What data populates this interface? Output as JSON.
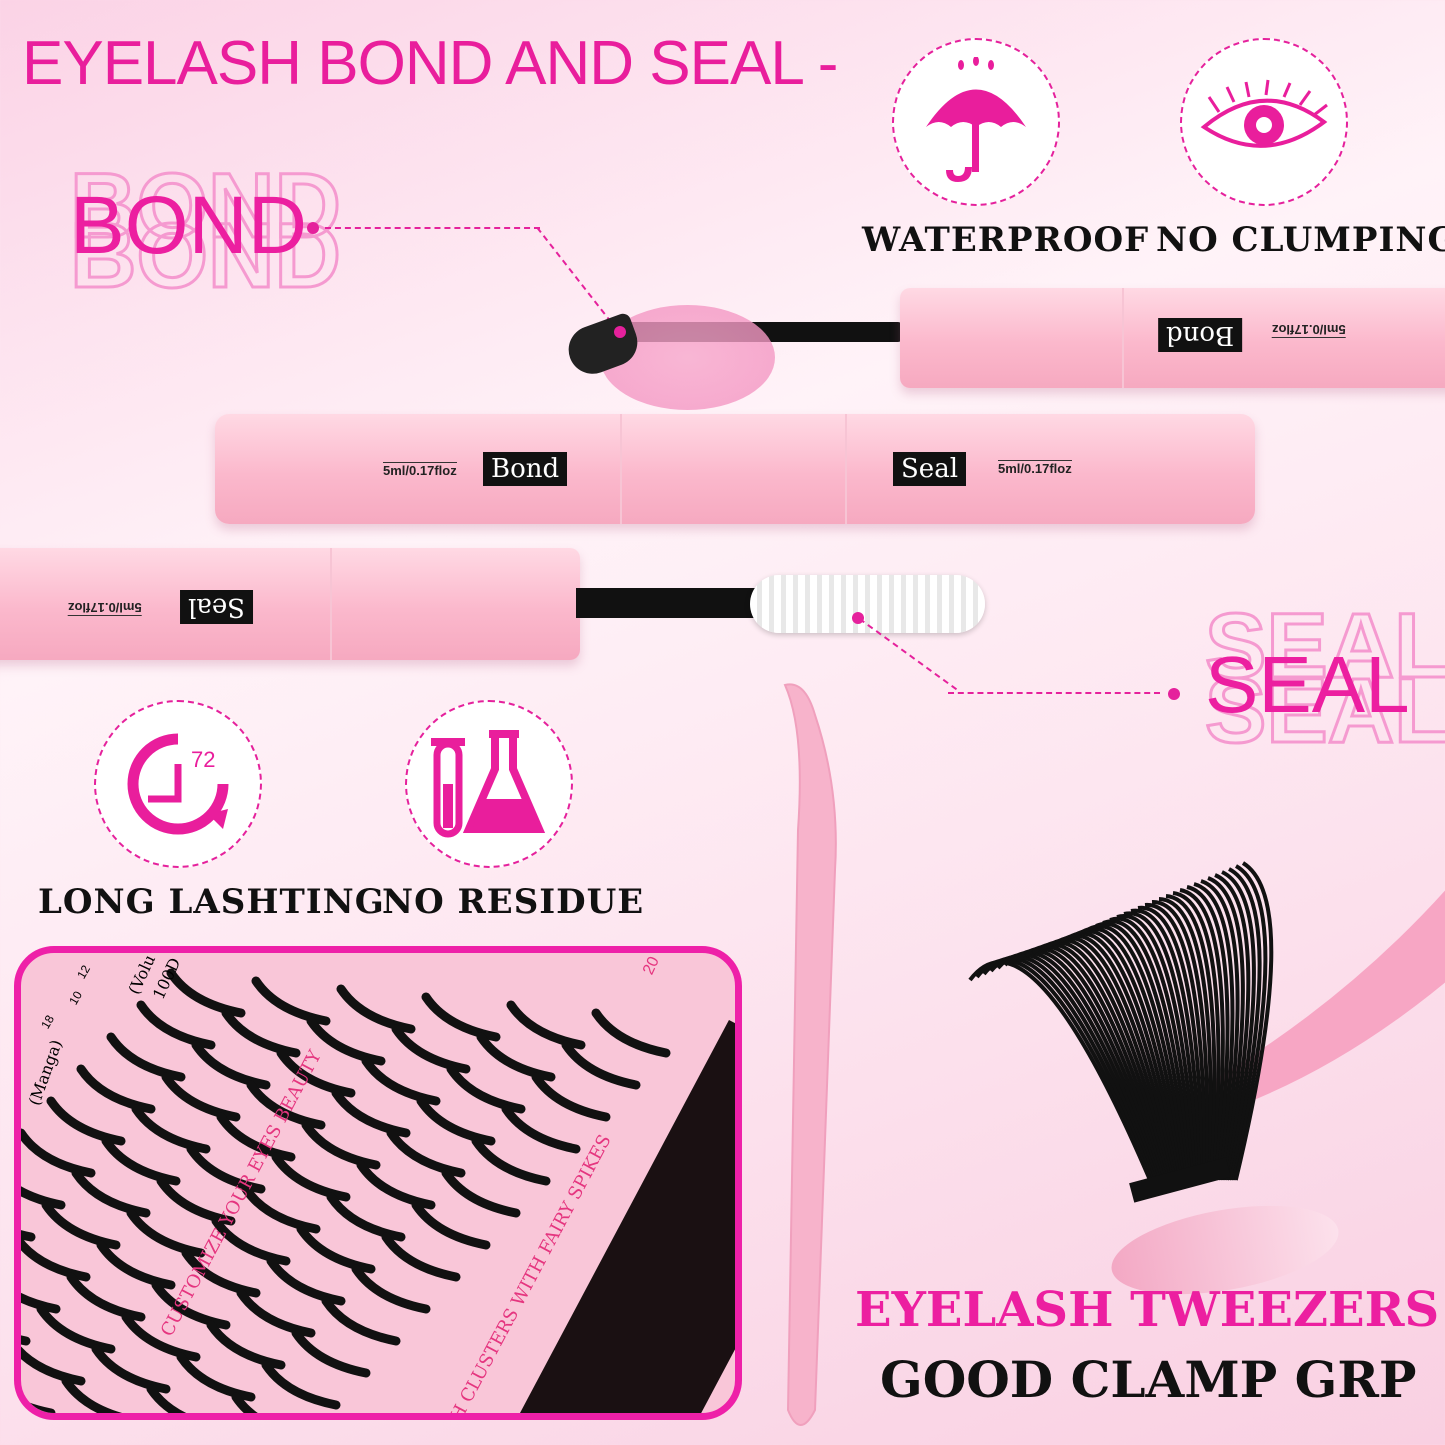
{
  "headline": "EYELASH BOND AND SEAL -",
  "bond_callout": {
    "label": "BOND"
  },
  "seal_callout": {
    "label": "SEAL"
  },
  "features": [
    {
      "label": "WATERPROOF",
      "icon": "umbrella-rain-icon"
    },
    {
      "label": "NO CLUMPING",
      "icon": "eye-lash-icon"
    },
    {
      "label": "LONG LASHTING",
      "icon": "clock-72-hours-icon",
      "icon_text": "72"
    },
    {
      "label": "NO RESIDUE",
      "icon": "lab-flask-icon"
    }
  ],
  "tubes": {
    "bond_label": "Bond",
    "seal_label": "Seal",
    "volume": "5ml/0.17floz"
  },
  "tray": {
    "text_1": "CUSTOMIZE YOUR EYES BEAUTY",
    "text_2": "SH CLUSTERS WITH FAIRY SPIKES",
    "style_1": "(Manga)",
    "style_2": "(Volu",
    "style_2b": "100D",
    "lengths": [
      "18",
      "10",
      "12"
    ],
    "corner": "20"
  },
  "tweezers": {
    "title": "EYELASH TWEEZERS",
    "subtitle": "GOOD CLAMP GRP"
  },
  "colors": {
    "accent": "#e91e9c",
    "tube_pink": "#fbb8cc",
    "text_dark": "#111111"
  }
}
